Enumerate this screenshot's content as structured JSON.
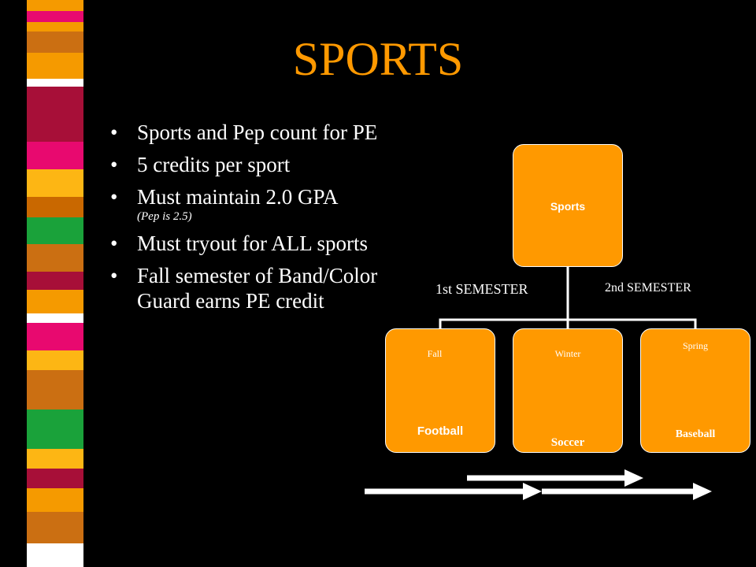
{
  "title": "SPORTS",
  "bullets": [
    {
      "text": "Sports and Pep count for PE",
      "note": ""
    },
    {
      "text": "5 credits per sport",
      "note": ""
    },
    {
      "text": "Must maintain 2.0 GPA",
      "note": "(Pep is 2.5)"
    },
    {
      "text": "Must tryout for ALL sports",
      "note": ""
    },
    {
      "text": "Fall semester of Band/Color Guard earns PE credit",
      "note": ""
    }
  ],
  "bullet_symbol": "•",
  "diagram": {
    "root": "Sports",
    "semester_1": "1st SEMESTER",
    "semester_2": "2nd SEMESTER",
    "leaves": [
      {
        "season": "Fall",
        "sport": "Football"
      },
      {
        "season": "Winter",
        "sport": "Soccer"
      },
      {
        "season": "Spring",
        "sport": "Baseball"
      }
    ]
  },
  "colors": {
    "background": "#000000",
    "accent": "#ff9900",
    "text": "#ffffff",
    "stripe": [
      "#f59a00",
      "#e8096f",
      "#fdb614",
      "#a70f38",
      "#c96800",
      "#ffffff",
      "#1aa23a",
      "#cb6f12"
    ]
  }
}
